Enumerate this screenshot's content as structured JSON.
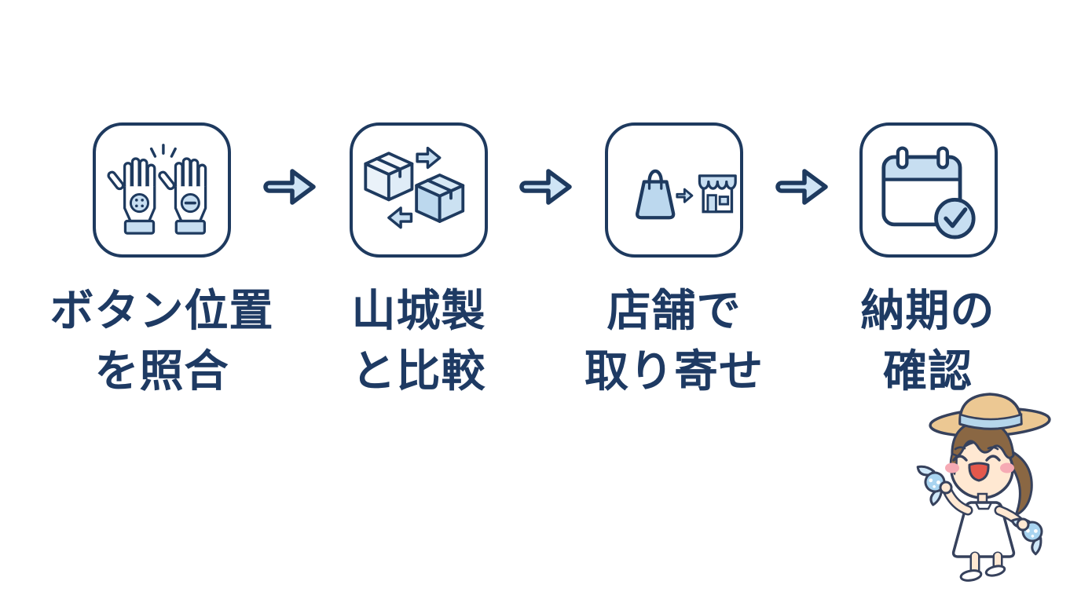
{
  "diagram": {
    "steps": [
      {
        "icon_name": "hands-button-compare-icon",
        "lines": [
          "ボタン位置",
          "を照合"
        ]
      },
      {
        "icon_name": "boxes-exchange-icon",
        "lines": [
          "山城製",
          "と比較"
        ]
      },
      {
        "icon_name": "bag-to-store-icon",
        "lines": [
          "店舗で",
          "取り寄せ"
        ]
      },
      {
        "icon_name": "calendar-check-icon",
        "lines": [
          "納期の",
          "確認"
        ]
      }
    ],
    "connector_icon": "right-arrow-icon",
    "mascot_icon": "girl-straw-hat-with-candies"
  },
  "colors": {
    "background": "#ffffff",
    "outline_navy": "#1e3a5f",
    "text_navy": "#1e3a63",
    "light_blue": "#c7def1",
    "arrow_blue": "#cfe4f5",
    "box_blue": "#bcd8ee"
  }
}
